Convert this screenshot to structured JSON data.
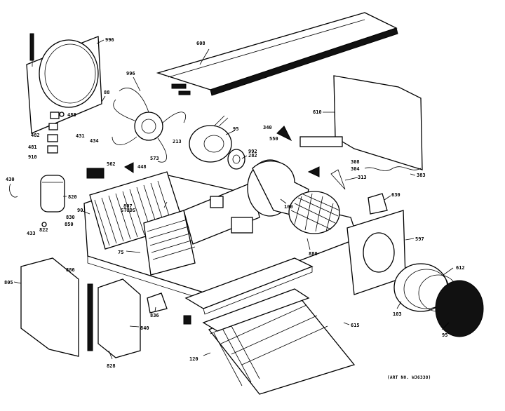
{
  "diagram": {
    "art_number": "(ART NO. WJ6338)",
    "callouts": [
      {
        "id": "c-top-panel",
        "label": "608"
      },
      {
        "id": "c-fan-shroud",
        "label": "996"
      },
      {
        "id": "c-fan-blade",
        "label": "996"
      },
      {
        "id": "c-fan-clip",
        "label": "88"
      },
      {
        "id": "c-back-panel",
        "label": "610"
      },
      {
        "id": "c-motor",
        "label": "95"
      },
      {
        "id": "c-ring",
        "label": "282"
      },
      {
        "id": "c-blower-housing",
        "label": "880"
      },
      {
        "id": "c-wheel",
        "label": "100"
      },
      {
        "id": "c-grille",
        "label": "615"
      },
      {
        "id": "c-grille-frame",
        "label": "120"
      },
      {
        "id": "c-front-right",
        "label": "597"
      },
      {
        "id": "c-blower-wheel",
        "label": "95"
      },
      {
        "id": "c-orifice",
        "label": "103"
      },
      {
        "id": "c-orifice2",
        "label": "612"
      },
      {
        "id": "c-side-panel",
        "label": "805"
      },
      {
        "id": "c-panel-screw",
        "label": "886"
      },
      {
        "id": "c-filter-door",
        "label": "840"
      },
      {
        "id": "c-strip",
        "label": "828"
      },
      {
        "id": "c-bracket",
        "label": "836"
      },
      {
        "id": "c-compressor",
        "label": "820"
      },
      {
        "id": "c-wire",
        "label": "430"
      },
      {
        "id": "c-grommet",
        "label": "433"
      },
      {
        "id": "c-mount",
        "label": "822"
      },
      {
        "id": "c-stud",
        "label": "807"
      },
      {
        "id": "c-studs",
        "label": "STUDS"
      },
      {
        "id": "c-condenser",
        "label": "90"
      },
      {
        "id": "c-coil",
        "label": "75"
      },
      {
        "id": "c-right-wire",
        "label": "383"
      },
      {
        "id": "c-cap",
        "label": "630"
      },
      {
        "id": "c-relay",
        "label": "313"
      },
      {
        "id": "c-switch",
        "label": "308"
      },
      {
        "id": "c-box",
        "label": "304"
      },
      {
        "id": "c-label-992",
        "label": "992"
      },
      {
        "id": "c-label-213",
        "label": "213"
      },
      {
        "id": "c-label-573",
        "label": "573"
      },
      {
        "id": "c-label-448",
        "label": "448"
      },
      {
        "id": "c-label-562",
        "label": "562"
      },
      {
        "id": "c-label-434",
        "label": "434"
      },
      {
        "id": "c-label-431",
        "label": "431"
      },
      {
        "id": "c-label-482",
        "label": "482"
      },
      {
        "id": "c-label-481",
        "label": "481"
      },
      {
        "id": "c-label-910",
        "label": "910"
      },
      {
        "id": "c-label-488",
        "label": "488"
      },
      {
        "id": "c-label-830",
        "label": "830"
      },
      {
        "id": "c-label-850",
        "label": "850"
      },
      {
        "id": "c-label-340",
        "label": "340"
      },
      {
        "id": "c-label-550",
        "label": "550"
      }
    ]
  }
}
